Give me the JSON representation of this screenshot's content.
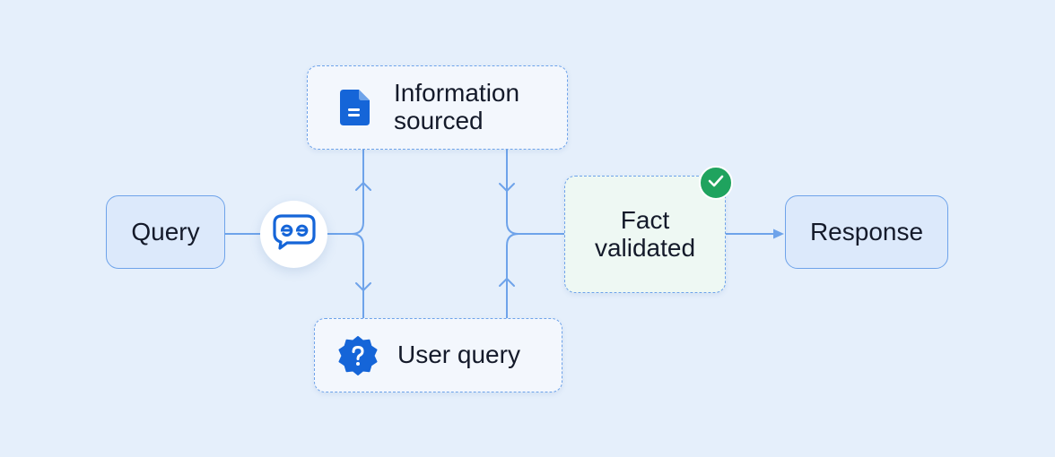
{
  "nodes": {
    "query": "Query",
    "information_sourced": "Information\nsourced",
    "user_query": "User query",
    "fact_validated": "Fact\nvalidated",
    "response": "Response"
  },
  "icons": {
    "hub": "chat-bubble-logo-icon",
    "information_sourced": "document-icon",
    "user_query": "question-badge-icon",
    "fact_validated": "check-icon"
  },
  "colors": {
    "background": "#e5effb",
    "connector": "#6ea3ea",
    "accent_blue": "#1565d8",
    "success_green": "#1fa35e"
  }
}
